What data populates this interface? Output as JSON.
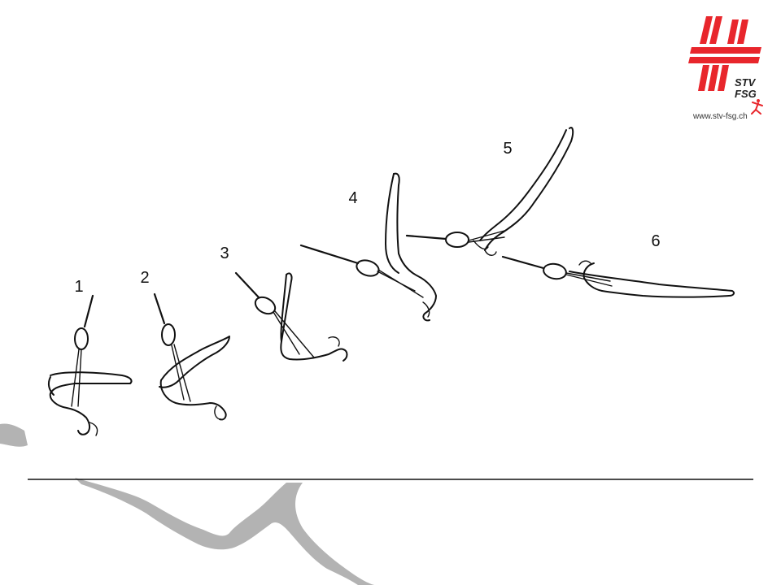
{
  "logo": {
    "line1": "STV",
    "line2": "FSG",
    "url": "www.stv-fsg.ch",
    "brand_color": "#e8262c",
    "icon": "gymnast-icon"
  },
  "steps": [
    {
      "label": "1"
    },
    {
      "label": "2"
    },
    {
      "label": "3"
    },
    {
      "label": "4"
    },
    {
      "label": "5"
    },
    {
      "label": "6"
    }
  ],
  "colors": {
    "line": "#111111",
    "background_shape": "#b3b3b3"
  }
}
